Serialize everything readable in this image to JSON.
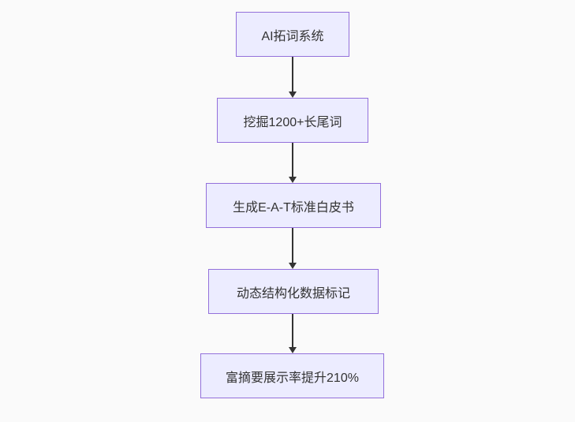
{
  "diagram": {
    "type": "flowchart",
    "direction": "top-down",
    "style": {
      "background": "#fafafa",
      "node_fill": "#ececff",
      "node_border": "#9370db",
      "text_color": "#333333",
      "arrow_color": "#333333"
    },
    "nodes": [
      {
        "id": "A",
        "label": "AI拓词系统"
      },
      {
        "id": "B",
        "label": "挖掘1200+长尾词"
      },
      {
        "id": "C",
        "label": "生成E-A-T标准白皮书"
      },
      {
        "id": "D",
        "label": "动态结构化数据标记"
      },
      {
        "id": "E",
        "label": "富摘要展示率提升210%"
      }
    ],
    "edges": [
      {
        "from": "A",
        "to": "B"
      },
      {
        "from": "B",
        "to": "C"
      },
      {
        "from": "C",
        "to": "D"
      },
      {
        "from": "D",
        "to": "E"
      }
    ]
  }
}
